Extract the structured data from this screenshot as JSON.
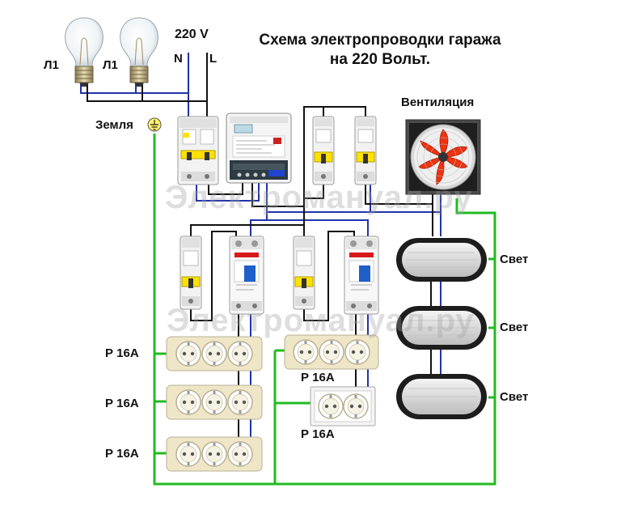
{
  "title": {
    "line1": "Схема электропроводки гаража",
    "line2": "на 220 Вольт."
  },
  "supply": {
    "voltage": "220 V",
    "neutral": "N",
    "line": "L"
  },
  "labels": {
    "lamp_left": "Л1",
    "lamp_right": "Л1",
    "ground": "Земля",
    "ventilation": "Вентиляция",
    "light_1": "Свет",
    "light_2": "Свет",
    "light_3": "Свет",
    "socket_1": "Р 16А",
    "socket_2": "Р 16А",
    "socket_3": "Р 16А",
    "socket_4": "Р 16А",
    "socket_5": "Р 16А"
  },
  "watermark": {
    "top": "Электромануал.ру",
    "bottom": "Электромануал.ру"
  },
  "colors": {
    "phase": "#111111",
    "neutral": "#2233aa",
    "ground": "#22bb22",
    "breaker_handle": "#ffe100",
    "fan_blade": "#ee3311",
    "device_body": "#f2f2f2",
    "socket_body": "#efe6c8"
  },
  "icons": {
    "ground": "ground-symbol-icon",
    "fan": "fan-icon",
    "lamp": "light-bulb-icon"
  }
}
